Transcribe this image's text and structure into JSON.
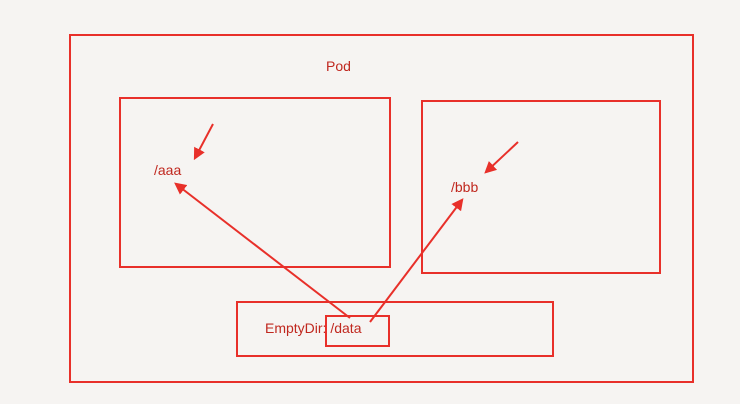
{
  "pod": {
    "label": "Pod"
  },
  "container_a": {
    "mount_label": "/aaa"
  },
  "container_b": {
    "mount_label": "/bbb"
  },
  "volume": {
    "label": "EmptyDir: /data"
  },
  "colors": {
    "stroke": "#e8302a",
    "text": "#c0281f",
    "background": "#f6f4f2"
  }
}
